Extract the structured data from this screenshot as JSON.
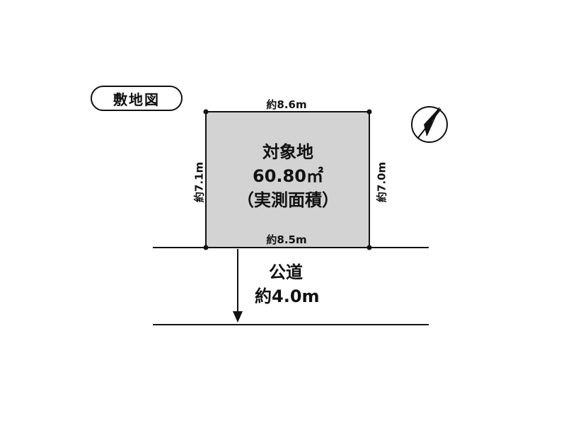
{
  "title": "敷地図",
  "site": {
    "name": "対象地",
    "area": "60.80㎡",
    "area_note": "（実測面積）",
    "fill_color": "#d3d3d3"
  },
  "dimensions": {
    "top": "約8.6m",
    "bottom": "約8.5m",
    "left": "約7.1m",
    "right": "約7.0m"
  },
  "road": {
    "name": "公道",
    "width": "約4.0m"
  },
  "compass": {
    "icon": "north-arrow-icon"
  }
}
